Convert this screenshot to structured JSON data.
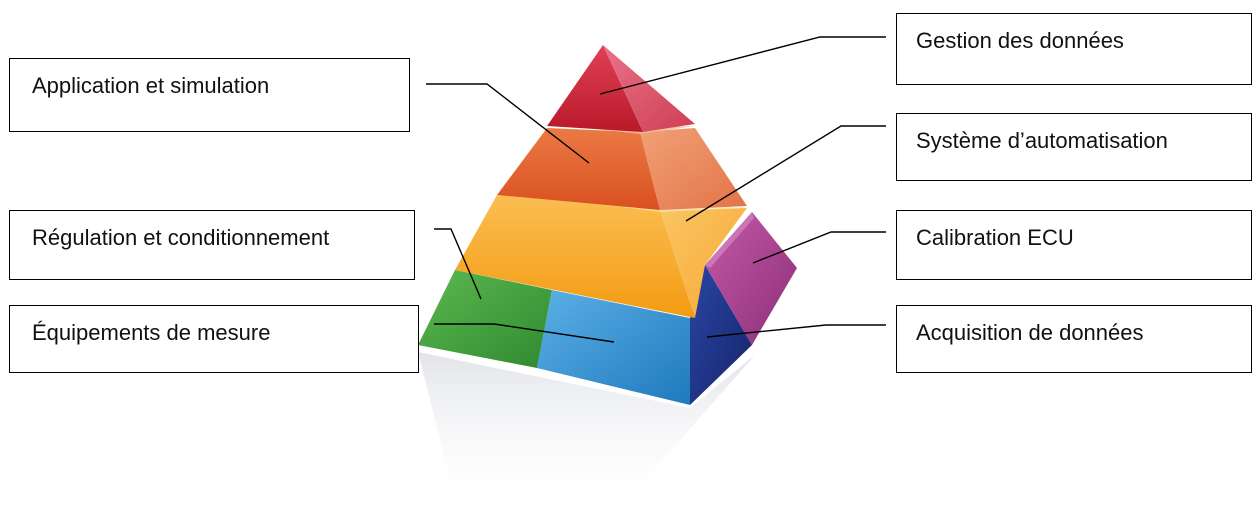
{
  "labels": {
    "application": "Application et simulation",
    "regulation": "Régulation et conditionnement",
    "equipements": "Équipements de mesure",
    "gestion": "Gestion des données",
    "systeme": "Système d’automatisation",
    "calibration": "Calibration ECU",
    "acquisition": "Acquisition de données"
  },
  "colors": {
    "red": "#c8202e",
    "orange": "#e0592a",
    "yellow": "#f6a623",
    "green": "#3d9b3a",
    "blue": "#2a8fd0",
    "navy": "#1d3588",
    "purple": "#a8418f"
  }
}
